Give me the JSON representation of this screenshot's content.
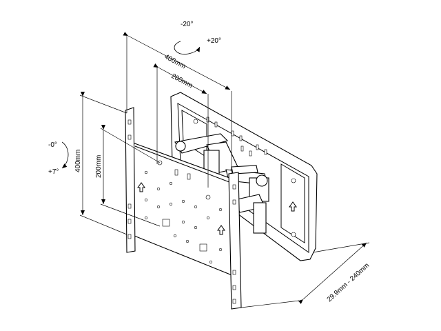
{
  "rotation": {
    "horizontal": {
      "minus": "-20°",
      "plus": "+20°"
    },
    "tilt": {
      "minus": "-0°",
      "plus": "+7°"
    }
  },
  "dimensions": {
    "vesa_width_outer": "400mm",
    "vesa_width_inner": "200mm",
    "vesa_height_outer": "400mm",
    "vesa_height_inner": "200mm",
    "depth": "29.9mm - 240mm"
  },
  "icons": [
    "rotate-cw-arrow-icon",
    "tilt-arrow-icon",
    "up-arrow-icon"
  ]
}
